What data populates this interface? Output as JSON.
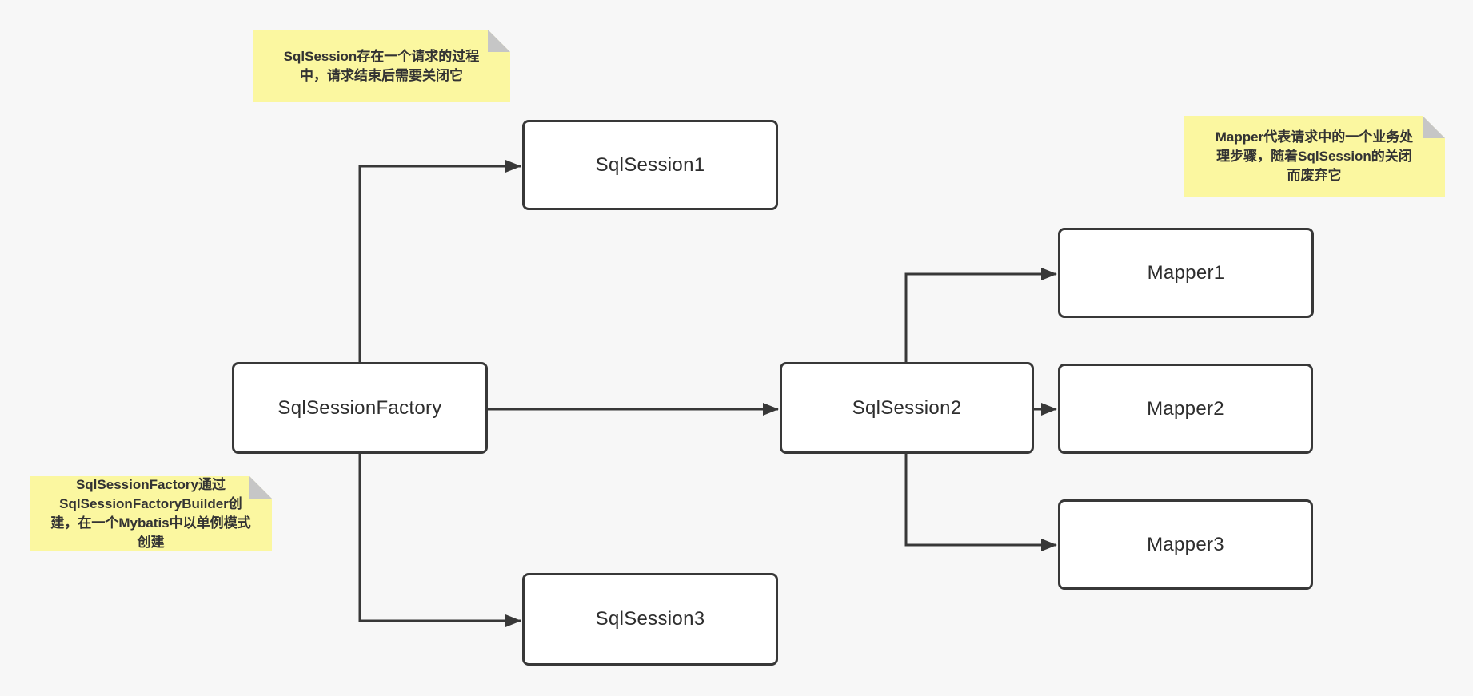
{
  "diagram": {
    "nodes": [
      {
        "id": "sqlsessionfactory",
        "label": "SqlSessionFactory"
      },
      {
        "id": "sqlsession1",
        "label": "SqlSession1"
      },
      {
        "id": "sqlsession2",
        "label": "SqlSession2"
      },
      {
        "id": "sqlsession3",
        "label": "SqlSession3"
      },
      {
        "id": "mapper1",
        "label": "Mapper1"
      },
      {
        "id": "mapper2",
        "label": "Mapper2"
      },
      {
        "id": "mapper3",
        "label": "Mapper3"
      }
    ],
    "edges": [
      {
        "from": "SqlSessionFactory",
        "to": "SqlSession1"
      },
      {
        "from": "SqlSessionFactory",
        "to": "SqlSession2"
      },
      {
        "from": "SqlSessionFactory",
        "to": "SqlSession3"
      },
      {
        "from": "SqlSession2",
        "to": "Mapper1"
      },
      {
        "from": "SqlSession2",
        "to": "Mapper2"
      },
      {
        "from": "SqlSession2",
        "to": "Mapper3"
      }
    ],
    "notes": [
      {
        "id": "note-sqlsession",
        "text": "SqlSession存在一个请求的过程中，请求结束后需要关闭它",
        "lines": [
          "SqlSession存在一个请求的过程",
          "中，请求结束后需要关闭它"
        ]
      },
      {
        "id": "note-mapper",
        "text": "Mapper代表请求中的一个业务处理步骤，随着SqlSession的关闭而废弃它",
        "lines": [
          "Mapper代表请求中的一个业务处",
          "理步骤，随着SqlSession的关闭",
          "而废弃它"
        ]
      },
      {
        "id": "note-factory",
        "text": "SqlSessionFactory通过SqlSessionFactoryBuilder创建，在一个Mybatis中以单例模式创建",
        "lines": [
          "SqlSessionFactory通过",
          "SqlSessionFactoryBuilder创",
          "建，在一个Mybatis中以单例模式",
          "创建"
        ]
      }
    ],
    "colors": {
      "background": "#f7f7f7",
      "node_fill": "#ffffff",
      "node_border": "#383838",
      "connector": "#383838",
      "note_fill": "#fbf7a0",
      "note_fold": "#c6c6c6",
      "text": "#2d2d2d"
    }
  }
}
